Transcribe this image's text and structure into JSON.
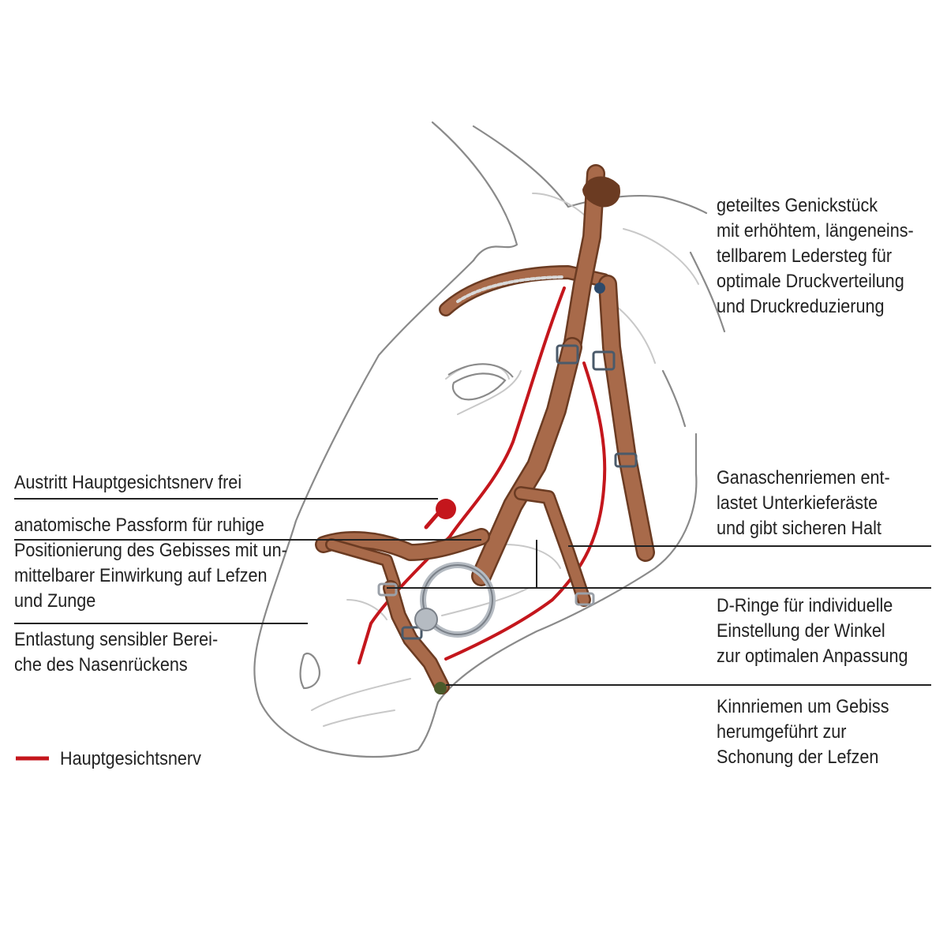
{
  "colors": {
    "nerve": "#c4161c",
    "leather": "#a86a4a",
    "leather_dark": "#6b3b22",
    "outline": "#8a8a8a",
    "outline_light": "#c8c8c8",
    "leader_line": "#222222",
    "text": "#222222"
  },
  "labels": {
    "left": [
      {
        "lines": [
          "Austritt Hauptgesichtsnerv frei"
        ]
      },
      {
        "lines": [
          "anatomische Passform für ruhige",
          "Positionierung des Gebisses mit un-",
          "mittelbarer Einwirkung auf Lefzen",
          "und Zunge"
        ]
      },
      {
        "lines": [
          "Entlastung sensibler Berei-",
          "che des Nasenrückens"
        ]
      }
    ],
    "right": [
      {
        "lines": [
          "geteiltes Genickstück",
          "mit erhöhtem, längeneins-",
          "tellbarem Ledersteg für",
          "optimale Druckverteilung",
          "und Druckreduzierung"
        ]
      },
      {
        "lines": [
          "Ganaschenriemen ent-",
          "lastet Unterkieferäste",
          "und gibt sicheren Halt"
        ]
      },
      {
        "lines": [
          "D-Ringe für individuelle",
          "Einstellung der Winkel",
          "zur optimalen Anpassung"
        ]
      },
      {
        "lines": [
          "Kinnriemen um Gebiss",
          "herumgeführt zur",
          "Schonung der Lefzen"
        ]
      }
    ]
  },
  "legend": {
    "label": "Hauptgesichtsnerv"
  }
}
